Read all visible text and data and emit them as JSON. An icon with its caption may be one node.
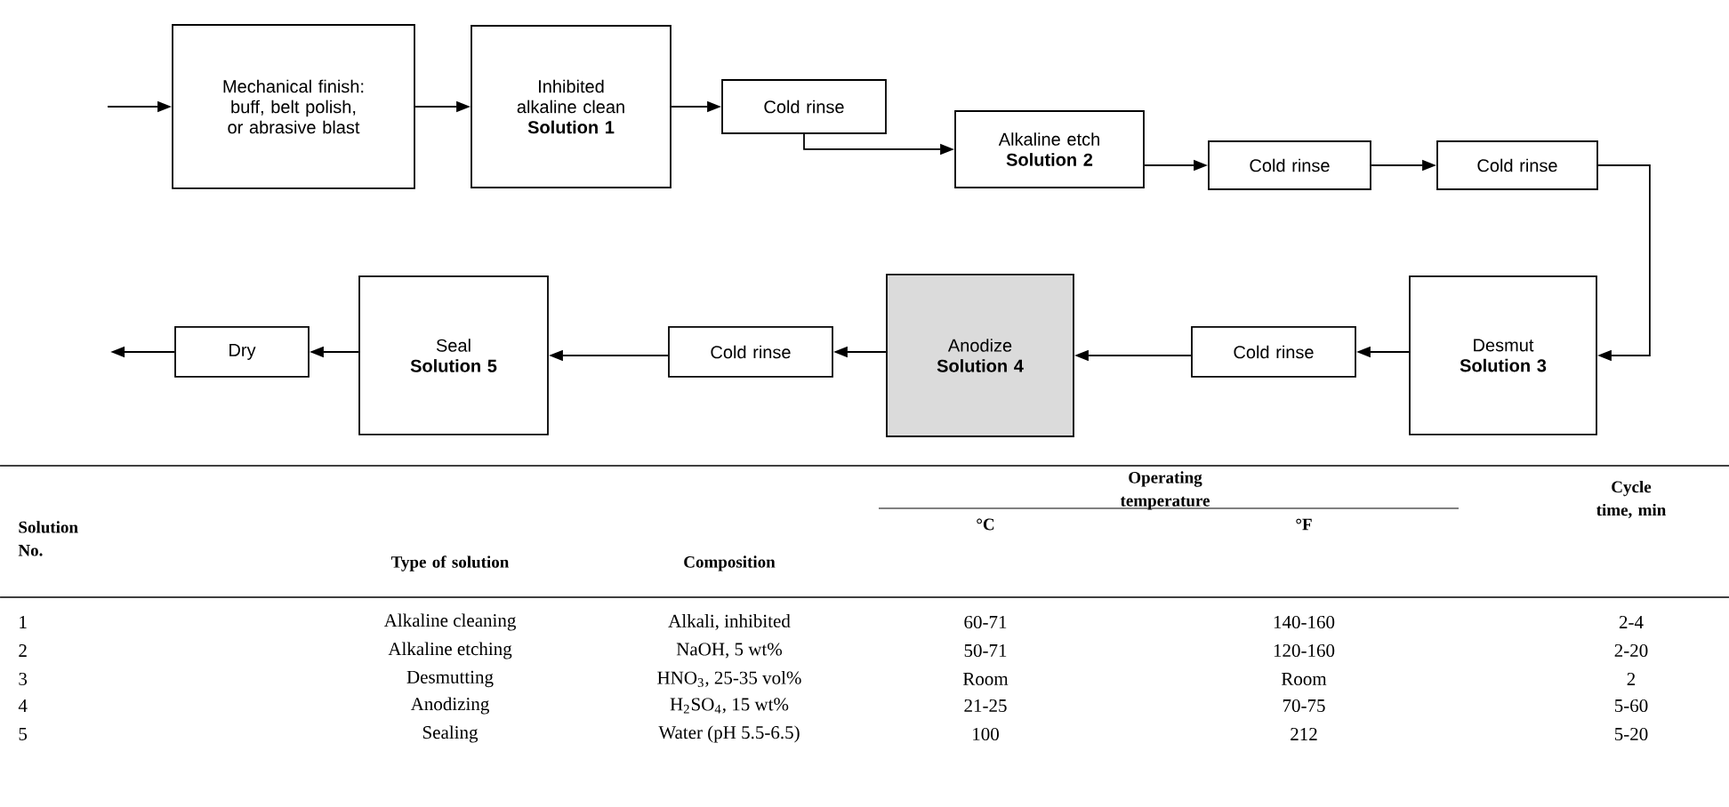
{
  "diagram": {
    "nodes": [
      {
        "text": [
          "Mechanical finish: buff, belt polish, or abrasive blast"
        ]
      },
      {
        "text": [
          "Inhibited alkaline clean",
          "Solution 1"
        ]
      },
      {
        "text": [
          "Cold rinse"
        ]
      },
      {
        "text": [
          "Alkaline etch",
          "Solution 2"
        ]
      },
      {
        "text": [
          "Cold rinse"
        ]
      },
      {
        "text": [
          "Cold rinse"
        ]
      },
      {
        "text": [
          "Desmut",
          "Solution 3"
        ]
      },
      {
        "text": [
          "Cold rinse"
        ]
      },
      {
        "text": [
          "Anodize",
          "Solution 4"
        ]
      },
      {
        "text": [
          "Cold rinse"
        ]
      },
      {
        "text": [
          "Seal",
          "Solution 5"
        ]
      },
      {
        "text": [
          "Dry"
        ]
      }
    ],
    "edges": [
      {
        "from": null,
        "to": 0,
        "arrow": "to"
      },
      {
        "from": 0,
        "to": 1,
        "arrow": "to"
      },
      {
        "from": 1,
        "to": 2,
        "arrow": "to"
      },
      {
        "from": 2,
        "to": 3,
        "arrow": "to"
      },
      {
        "from": 3,
        "to": 4,
        "arrow": "to"
      },
      {
        "from": 4,
        "to": 5,
        "arrow": "to"
      },
      {
        "from": 5,
        "to": 6,
        "arrow": "to"
      },
      {
        "from": 6,
        "to": 7,
        "arrow": "to"
      },
      {
        "from": 7,
        "to": 8,
        "arrow": "to"
      },
      {
        "from": 8,
        "to": 9,
        "arrow": "to"
      },
      {
        "from": 9,
        "to": 10,
        "arrow": "to"
      },
      {
        "from": 10,
        "to": 11,
        "arrow": "to"
      },
      {
        "from": 11,
        "to": null,
        "arrow": "to"
      }
    ],
    "labels": [
      "Solution No.",
      "Type of solution",
      "Composition",
      "Operating temperature",
      "°C",
      "°F",
      "Cycle time, min",
      "1",
      "Alkaline cleaning",
      "Alkali, inhibited",
      "60-71",
      "140-160",
      "2-4",
      "2",
      "Alkaline etching",
      "NaOH, 5 wt%",
      "50-71",
      "120-160",
      "2-20",
      "3",
      "Desmutting",
      "HNO$_{3}$, 25-35 vol%",
      "Room",
      "Room",
      "2",
      "4",
      "Anodizing",
      "H$_{2}$SO$_{4}$, 15 wt%",
      "21-25",
      "70-75",
      "5-60",
      "5",
      "Sealing",
      "Water (pH 5.5-6.5)",
      "100",
      "212",
      "5-20"
    ]
  }
}
